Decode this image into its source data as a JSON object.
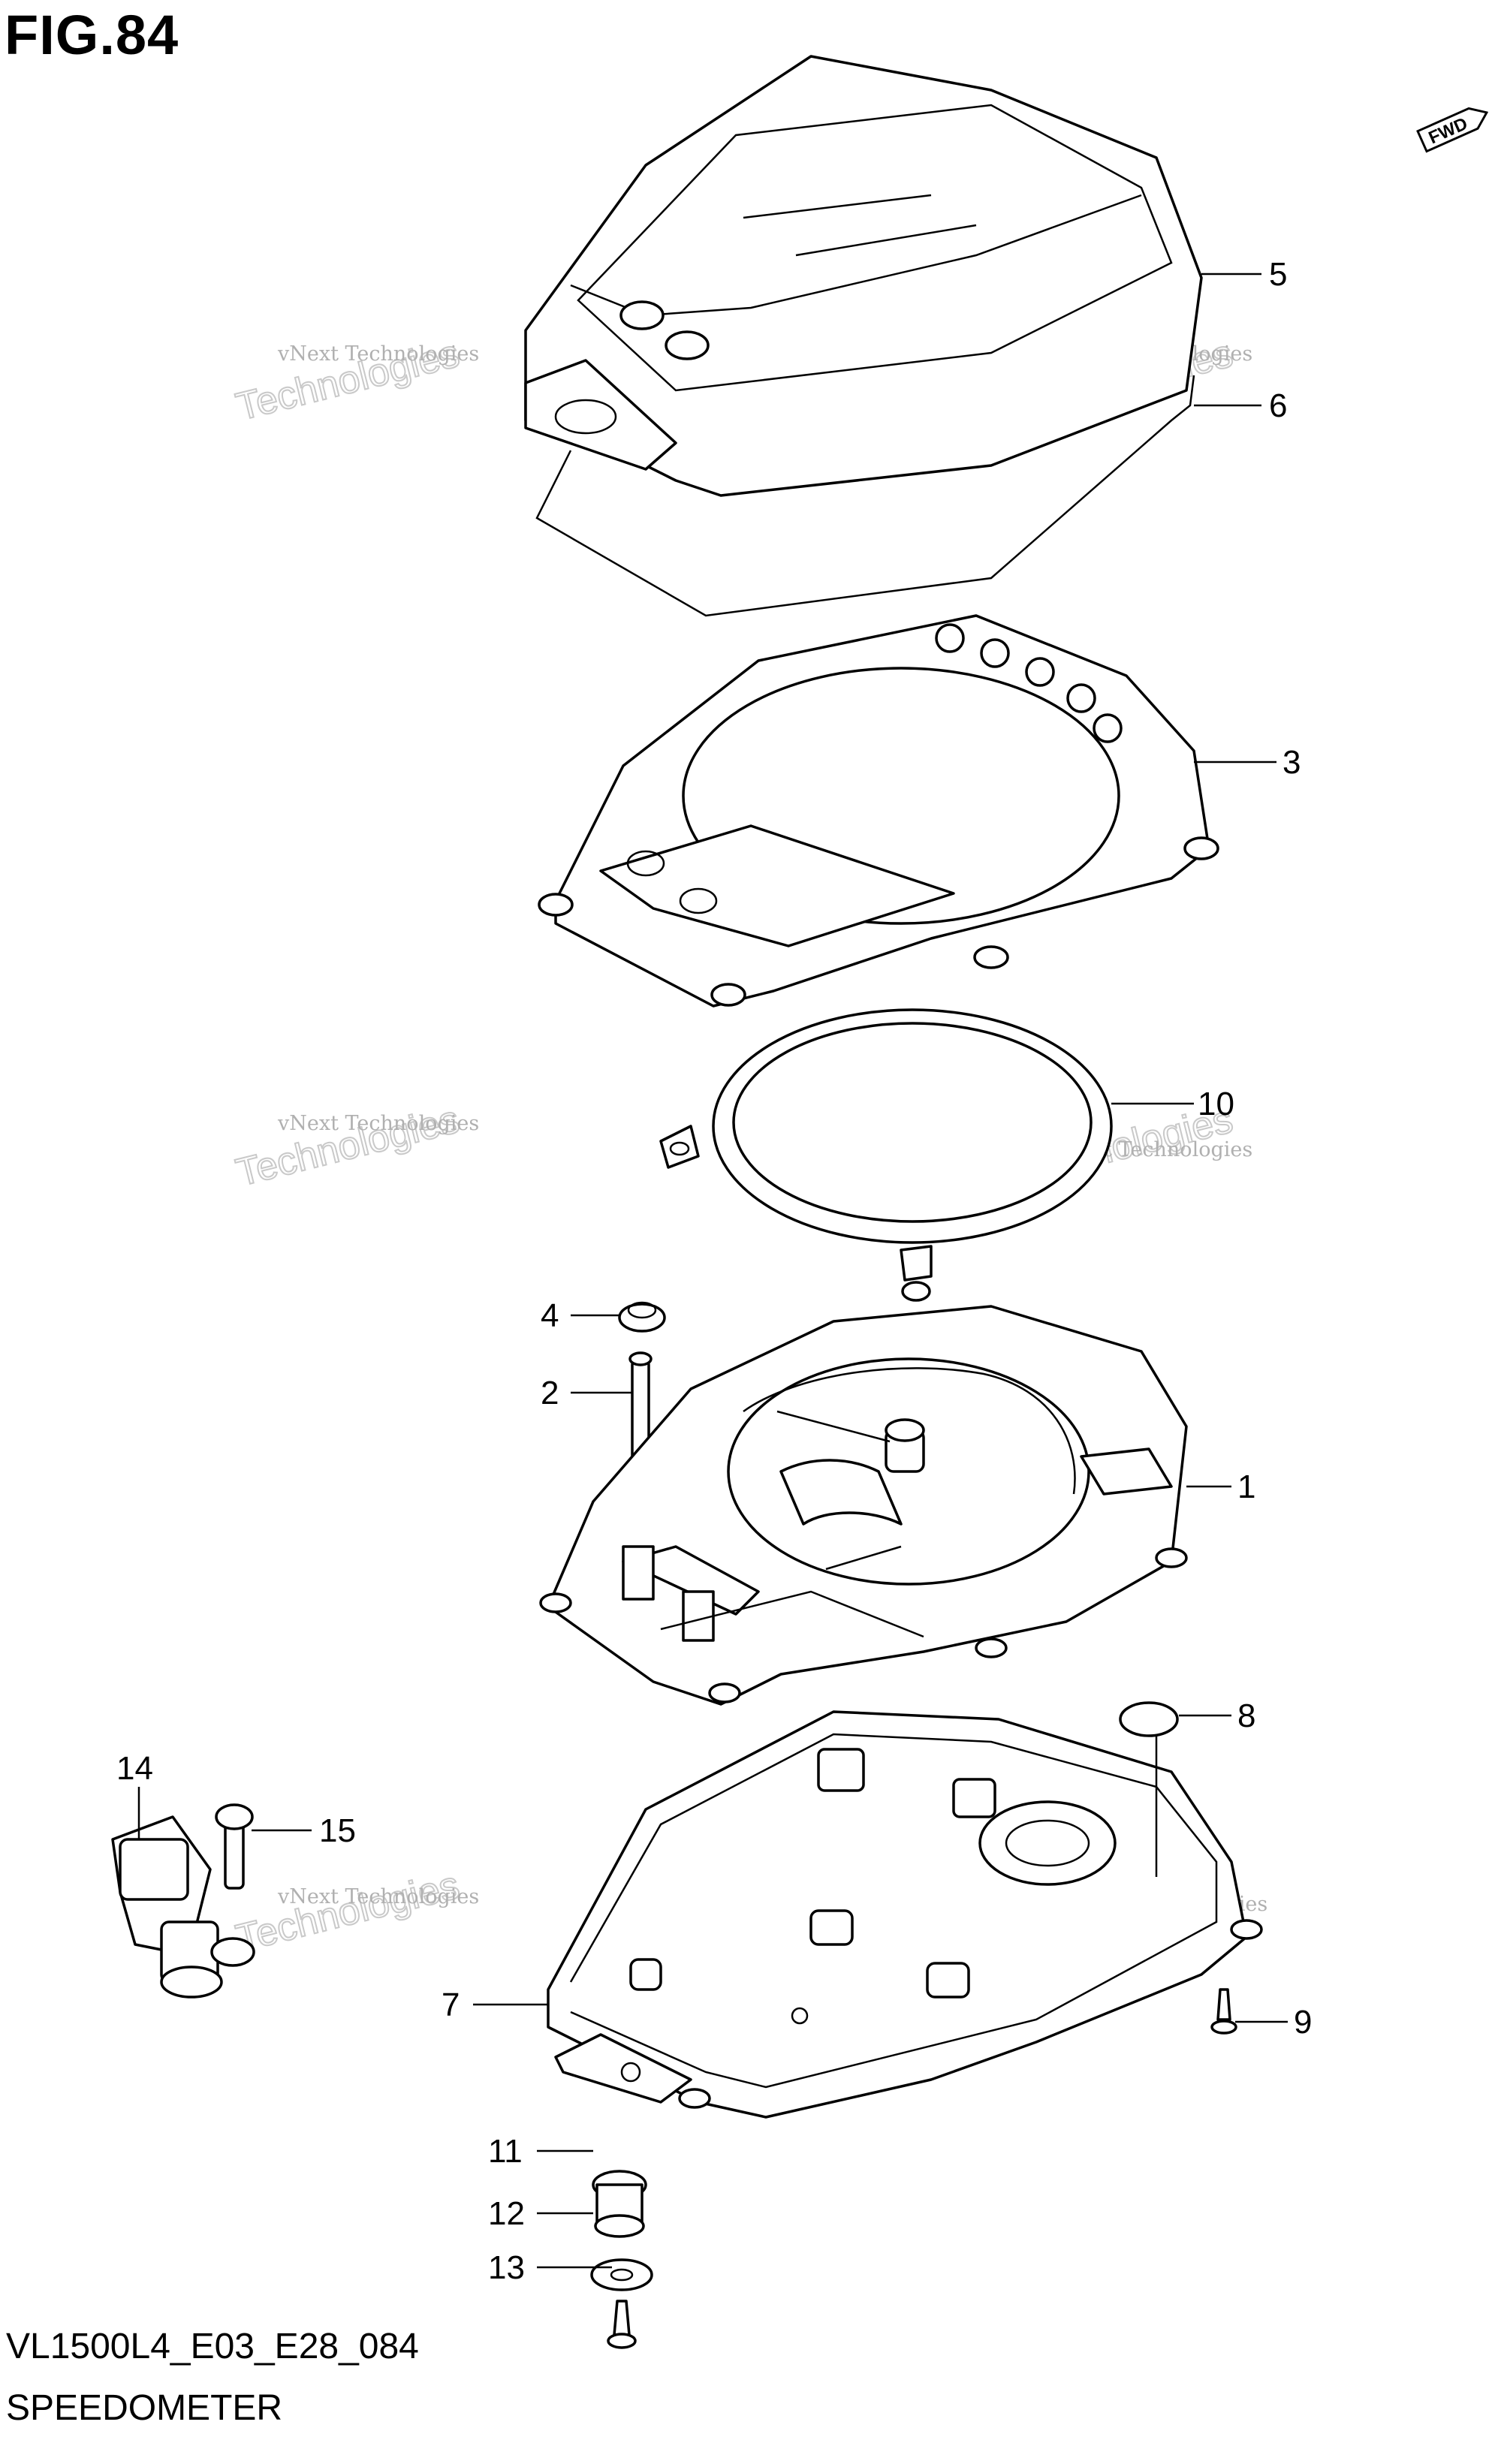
{
  "figure": {
    "title": "FIG.84",
    "code": "VL1500L4_E03_E28_084",
    "name": "SPEEDOMETER"
  },
  "fwd_label": "FWD",
  "watermark": {
    "line1": "vNext Technologies",
    "line2": "vNext",
    "line3": "Technologies"
  },
  "callouts": [
    {
      "id": "1",
      "label": "1"
    },
    {
      "id": "2",
      "label": "2"
    },
    {
      "id": "3",
      "label": "3"
    },
    {
      "id": "4",
      "label": "4"
    },
    {
      "id": "5",
      "label": "5"
    },
    {
      "id": "6",
      "label": "6"
    },
    {
      "id": "7",
      "label": "7"
    },
    {
      "id": "8",
      "label": "8"
    },
    {
      "id": "9",
      "label": "9"
    },
    {
      "id": "10",
      "label": "10"
    },
    {
      "id": "11",
      "label": "11"
    },
    {
      "id": "12",
      "label": "12"
    },
    {
      "id": "13",
      "label": "13"
    },
    {
      "id": "14",
      "label": "14"
    },
    {
      "id": "15",
      "label": "15"
    }
  ]
}
